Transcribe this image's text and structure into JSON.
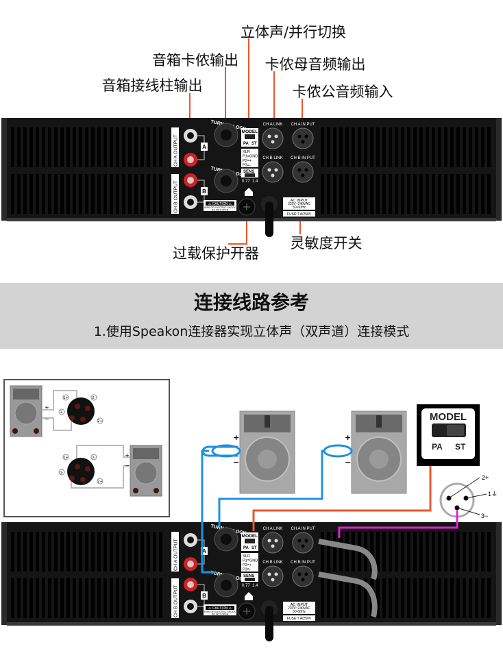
{
  "callouts": {
    "stereo_parallel": "立体声/并行切换",
    "speakon_out": "音箱卡侬输出",
    "female_xlr_out": "卡侬母音频输出",
    "male_xlr_in": "卡侬公音频输入",
    "binding_post_out": "音箱接线柱输出",
    "breaker": "过载保护开器",
    "sensitivity": "灵敏度开关"
  },
  "amp": {
    "ch_a_output": "CH A OUTPUT",
    "ch_b_output": "CH B OUTPUT",
    "turn_to_lock": "TURN TO LOCK",
    "model": "MODEL",
    "pa": "PA",
    "st": "ST",
    "xlr": "XLR",
    "p1": "P1=GND",
    "p2": "P2=+",
    "p3": "P3=-",
    "sens": "SENS",
    "sens_low": "0.77",
    "sens_high": "1.4",
    "ch_a_link": "CH A LINK",
    "ch_a_input": "CH A IN PUT",
    "ch_b_link": "CH B LINK",
    "ch_b_input": "CH B IN PUT",
    "caution": "⚠ CAUTION ⚠",
    "caution_sub1": "RISK OF ELECTRIC SHOCK",
    "caution_sub2": "DO NOT OPEN",
    "ac_input": "AC INPUT",
    "voltage": "220V~240VAC",
    "freq": "50-60Hz",
    "fuse": "FUSE:T A/250V",
    "a": "A",
    "b": "B"
  },
  "section": {
    "title": "连接线路参考",
    "subtitle": "1.使用Speakon连接器实现立体声（双声道）连接模式"
  },
  "diagram": {
    "model": "MODEL",
    "pa": "PA",
    "st": "ST",
    "pin2": "2+",
    "pin1": "1⏚",
    "pin3": "3−",
    "plus": "+",
    "minus": "−",
    "pin_1p": "1+",
    "pin_2m": "2-",
    "pin_1m": "1-",
    "pin_2p": "2+"
  },
  "colors": {
    "callout_line": "#e8582c",
    "band": "#d3d3d3",
    "wire_blue": "#1e90e0",
    "wire_orange": "#e8582c",
    "wire_magenta": "#e020d0",
    "binding_red": "#d42020"
  }
}
